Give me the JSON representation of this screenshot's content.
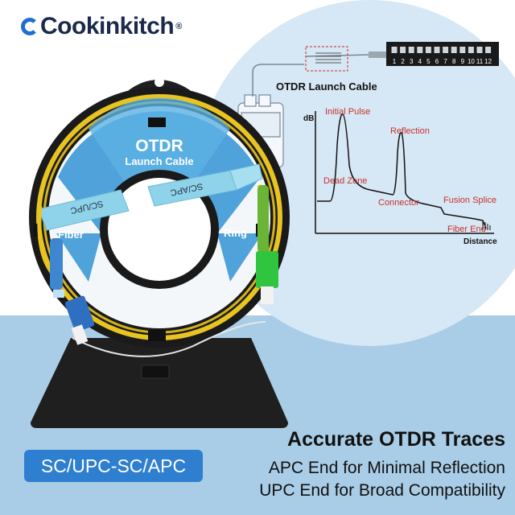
{
  "brand": {
    "name": "Cookinkitch",
    "trademark": "®"
  },
  "spool": {
    "title": "OTDR",
    "subtitle": "Launch Cable",
    "left_tag": "SC/UPC",
    "right_tag": "SC/APC",
    "left_word": "Fiber",
    "right_word": "Ring"
  },
  "diagram": {
    "cable_label": "OTDR Launch Cable",
    "ports": [
      "1",
      "2",
      "3",
      "4",
      "5",
      "6",
      "7",
      "8",
      "9",
      "10",
      "11",
      "12"
    ],
    "y_axis": "dB",
    "x_axis": "Distance",
    "labels": {
      "initial_pulse": "Initial Pulse",
      "reflection": "Reflection",
      "dead_zone": "Dead Zone",
      "connector": "Connector",
      "fusion_splice": "Fusion Splice",
      "fiber_end": "Fiber End"
    }
  },
  "text": {
    "headline": "Accurate OTDR Traces",
    "badge": "SC/UPC-SC/APC",
    "line1": "APC End for Minimal Reflection",
    "line2": "UPC End for Broad Compatibility"
  },
  "colors": {
    "label_red": "#c8322b",
    "accent_blue": "#2f7fd0",
    "band_blue": "#a9cde6",
    "circle_blue": "#d6e7f5"
  }
}
